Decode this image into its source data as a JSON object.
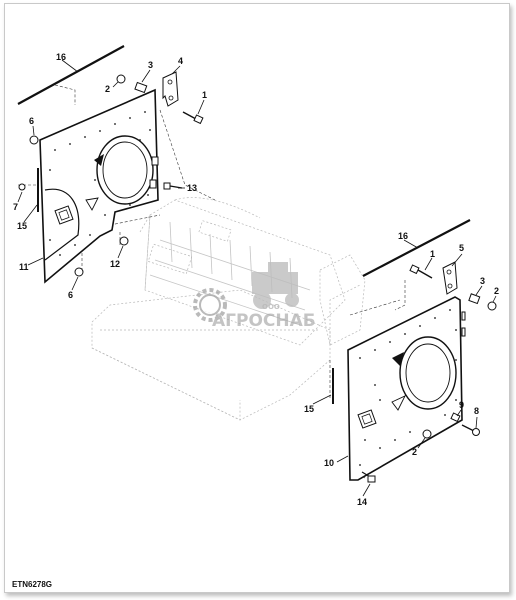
{
  "figure": {
    "id": "ETN6278G"
  },
  "watermark": {
    "company_prefix": "ООО",
    "company_name": "АГРОСНАБ"
  },
  "callouts": {
    "c16a": "16",
    "c4": "4",
    "c3a": "3",
    "c2a": "2",
    "c1a": "1",
    "c6a": "6",
    "c13": "13",
    "c7": "7",
    "c15a": "15",
    "c11": "11",
    "c12": "12",
    "c6b": "6",
    "c16b": "16",
    "c5": "5",
    "c1b": "1",
    "c3b": "3",
    "c2b": "2",
    "c15b": "15",
    "c9": "9",
    "c8": "8",
    "c2c": "2",
    "c10": "10",
    "c14": "14"
  },
  "colors": {
    "line": "#111111",
    "ghost": "#b8b8b8",
    "watermark": "#a9a9a9"
  }
}
